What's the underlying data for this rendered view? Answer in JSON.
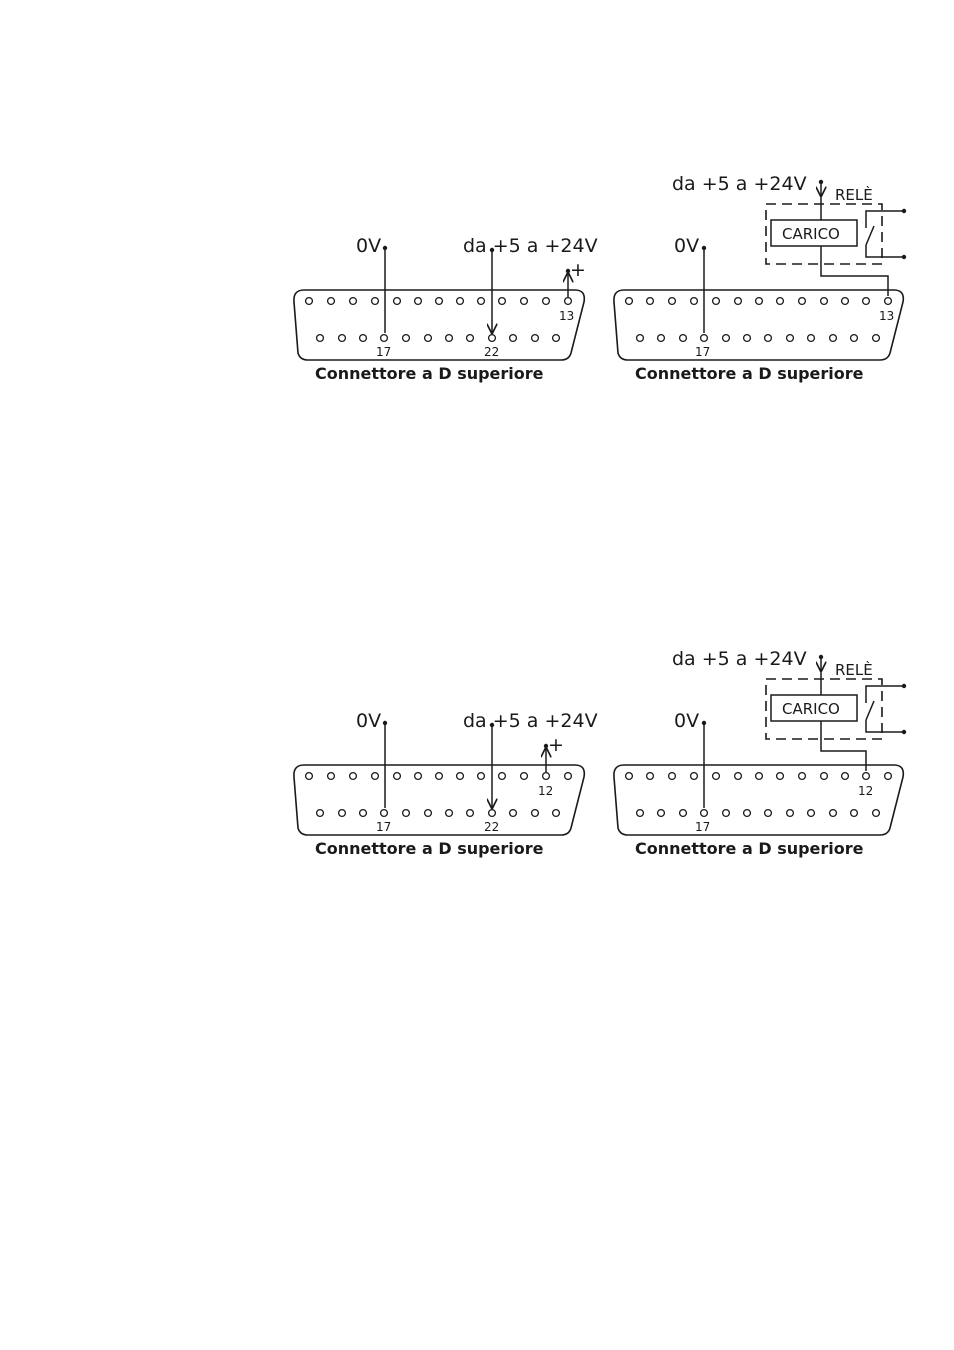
{
  "labels": {
    "zero_v": "0V",
    "supply_left": "da +5 a +24V",
    "supply_right": "da +5 a +24V",
    "plus": "+",
    "rele": "RELÈ",
    "carico": "CARICO",
    "caption": "Connettore a D superiore"
  },
  "pins": {
    "p17": "17",
    "p22": "22",
    "p13": "13",
    "p12": "12"
  }
}
